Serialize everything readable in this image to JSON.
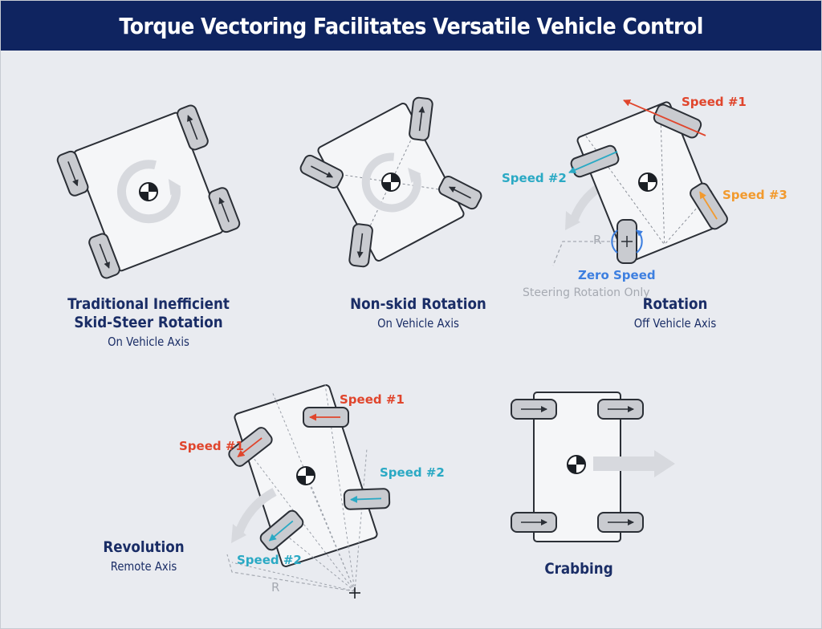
{
  "title": "Torque Vectoring Facilitates Versatile Vehicle Control",
  "colors": {
    "header_bg": "#0f2460",
    "caption_text": "#1a2d66",
    "speed1": "#e0452c",
    "speed2": "#2aa9c4",
    "speed3": "#f29a2e",
    "zero_speed": "#3d7fe0",
    "muted": "#a6aab2"
  },
  "panels": {
    "skid_steer": {
      "title_line1": "Traditional Inefficient",
      "title_line2": "Skid-Steer Rotation",
      "subtitle": "On Vehicle Axis"
    },
    "non_skid": {
      "title": "Non-skid Rotation",
      "subtitle": "On Vehicle Axis"
    },
    "rotation": {
      "title": "Rotation",
      "subtitle": "Off Vehicle Axis",
      "speed1": "Speed #1",
      "speed2": "Speed #2",
      "speed3": "Speed #3",
      "radius": "R",
      "zero_speed": "Zero Speed",
      "steering_note": "Steering Rotation Only"
    },
    "revolution": {
      "title": "Revolution",
      "subtitle": "Remote Axis",
      "speed1_right": "Speed #1",
      "speed1_left": "Speed #1",
      "speed2_right": "Speed #2",
      "speed2_left": "Speed #2",
      "radius": "R"
    },
    "crabbing": {
      "title": "Crabbing"
    }
  }
}
